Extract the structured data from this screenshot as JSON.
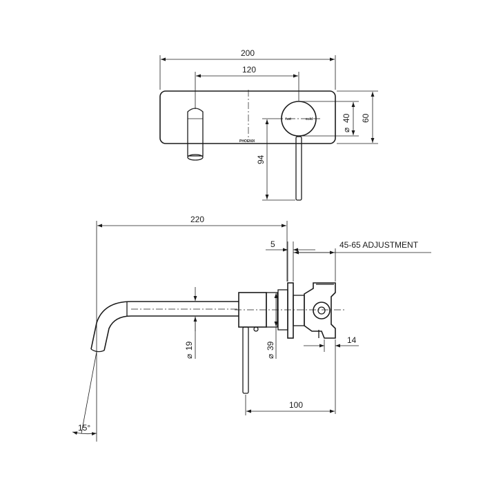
{
  "top_view": {
    "dims": {
      "overall_width": "200",
      "spout_to_handle": "120",
      "handle_diameter": "40",
      "plate_height": "60",
      "handle_drop": "94"
    },
    "symbols": {
      "diameter": "⌀"
    },
    "plate_labels": {
      "hot": "hot",
      "cold": "cold",
      "brand": "PHOENIX"
    }
  },
  "side_view": {
    "dims": {
      "spout_reach": "220",
      "plate_thickness": "5",
      "adjustment": "45-65 ADJUSTMENT",
      "spout_diameter": "19",
      "body_diameter": "39",
      "depth_14": "14",
      "handle_offset": "100",
      "angle": "15°"
    }
  }
}
